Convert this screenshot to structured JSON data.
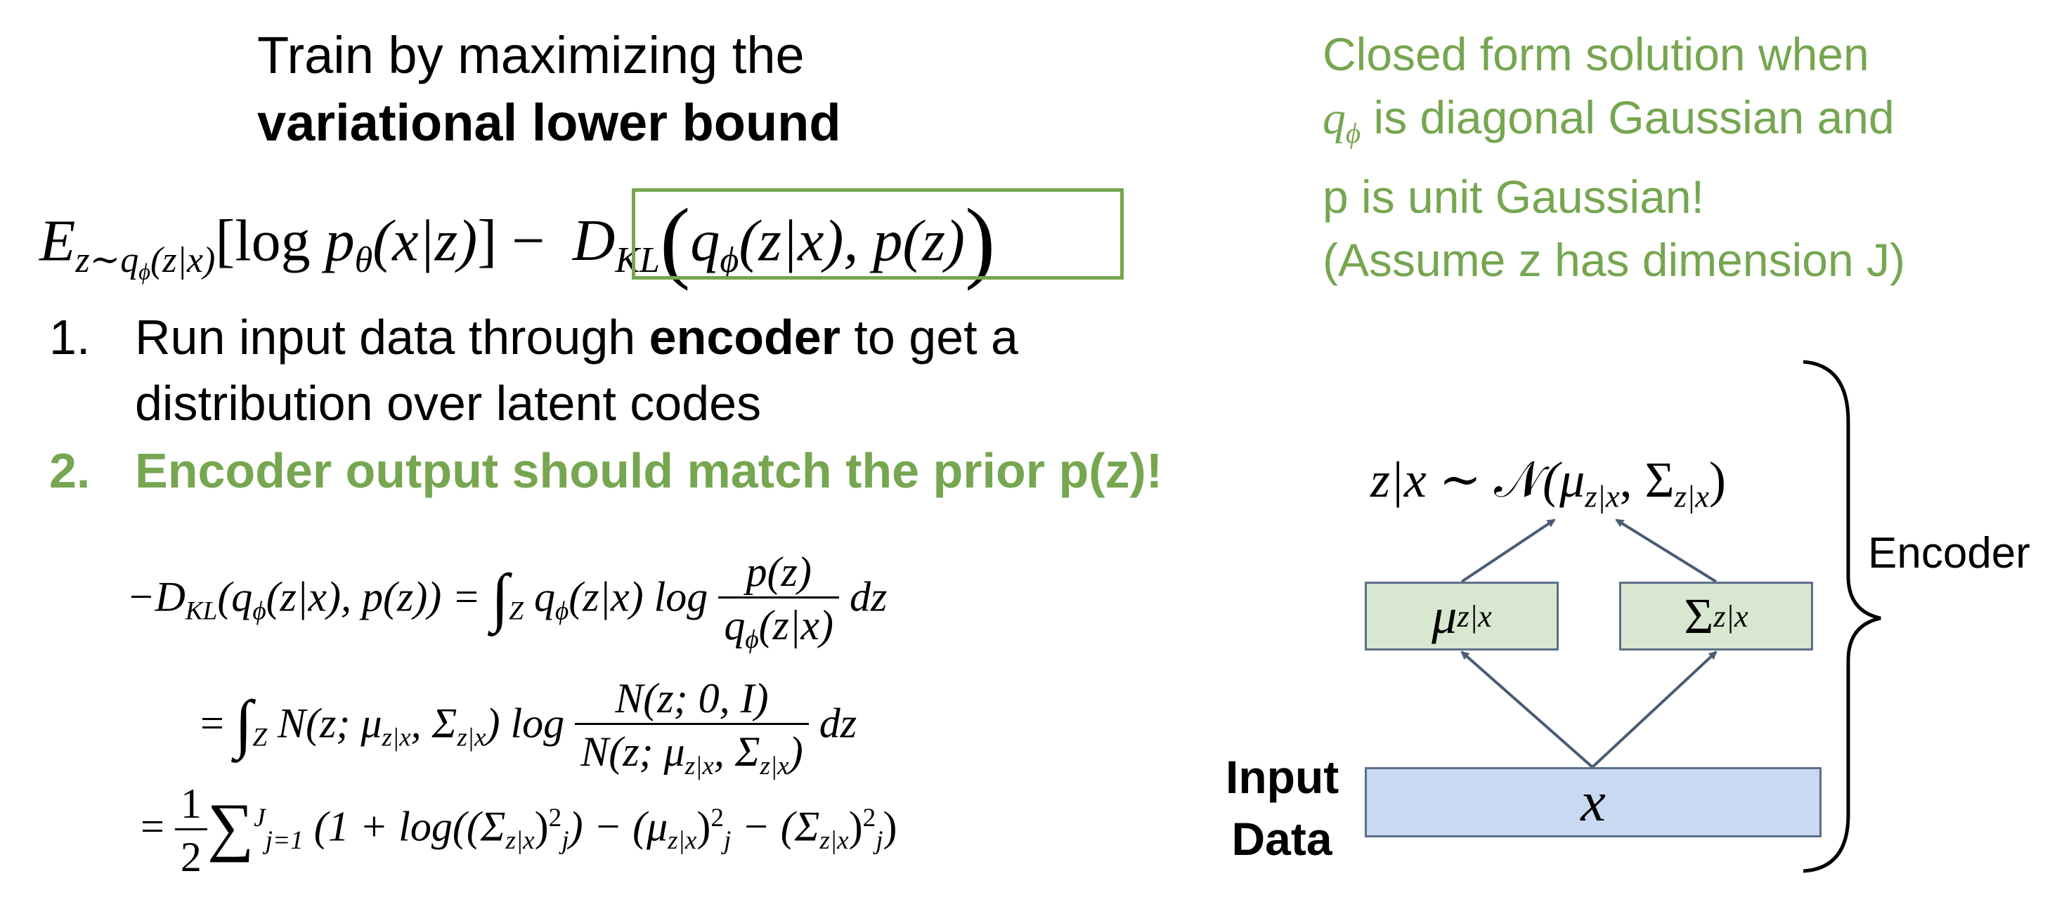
{
  "header": {
    "line1": "Train by maximizing the",
    "line2": "variational lower bound"
  },
  "objective": {
    "expectation_sym": "E",
    "expectation_sub": "z∼q",
    "phi": "ϕ",
    "expectation_sub_rest": "(z|x)",
    "bracket_open": "[log ",
    "p": "p",
    "theta": "θ",
    "log_arg": "(x|z)",
    "bracket_close": "] −",
    "kl_D": "D",
    "kl_sub": "KL",
    "kl_open": "(",
    "kl_q": "q",
    "kl_args": "(z|x), p(z)",
    "kl_close": ")"
  },
  "list": {
    "step1_num": "1.",
    "step1_pre": "Run input data through ",
    "step1_bold": "encoder",
    "step1_post": " to get a",
    "step1_cont": "distribution over latent codes",
    "step2_num": "2.",
    "step2_text": "Encoder output should match the prior p(z)!"
  },
  "derivation": {
    "line1_lhs": "−D",
    "kl_sub": "KL",
    "line1_lhs_args": "(q",
    "phi": "ϕ",
    "line1_lhs_tail": "(z|x), p(z)) = ",
    "integral": "∫",
    "int_sub": "Z",
    "line1_q": " q",
    "line1_q_args": "(z|x) log ",
    "line1_num": "p(z)",
    "line1_den_q": "q",
    "line1_den_args": "(z|x)",
    "dz": " dz",
    "line2_eq": "= ",
    "line2_N": " N(z; μ",
    "line2_Sigma": ", Σ",
    "zx": "z|x",
    "line2_close": ") log ",
    "line2_num": "N(z; 0, I)",
    "line2_den_N": "N(z; μ",
    "line2_den_close": ")",
    "line3_eq": "= ",
    "half_num": "1",
    "half_den": "2",
    "sum": "∑",
    "sum_sup": "J",
    "sum_sub": "j=1",
    "line3_open": " (1 + log((Σ",
    "line3_close1": ")",
    "sq": "2",
    "j": "j",
    "line3_close2": ") − (μ",
    "line3_minus": " − (Σ",
    "line3_end": ")"
  },
  "note": {
    "line1": "Closed form solution when",
    "line2_q": "q",
    "line2_phi": "ϕ",
    "line2_rest": " is diagonal Gaussian and",
    "line3": "p is unit Gaussian!",
    "line4": "(Assume z has dimension J)"
  },
  "diagram": {
    "distribution_lhs": "z|x ∼ ",
    "distribution_N": "𝒩",
    "distribution_mu": "(μ",
    "distribution_sigma": ", Σ",
    "distribution_sub": "z|x",
    "distribution_close": ")",
    "mu_sym": "μ",
    "sigma_sym": "Σ",
    "sub": "z|x",
    "x_sym": "x",
    "input_label": "Input Data",
    "encoder_label": "Encoder"
  },
  "colors": {
    "accent_green": "#76a650",
    "mu_sigma_box": "#d8e8d0",
    "x_box": "#c9d9f1",
    "box_border": "#5c6f88",
    "arrow": "#4a5c73"
  }
}
